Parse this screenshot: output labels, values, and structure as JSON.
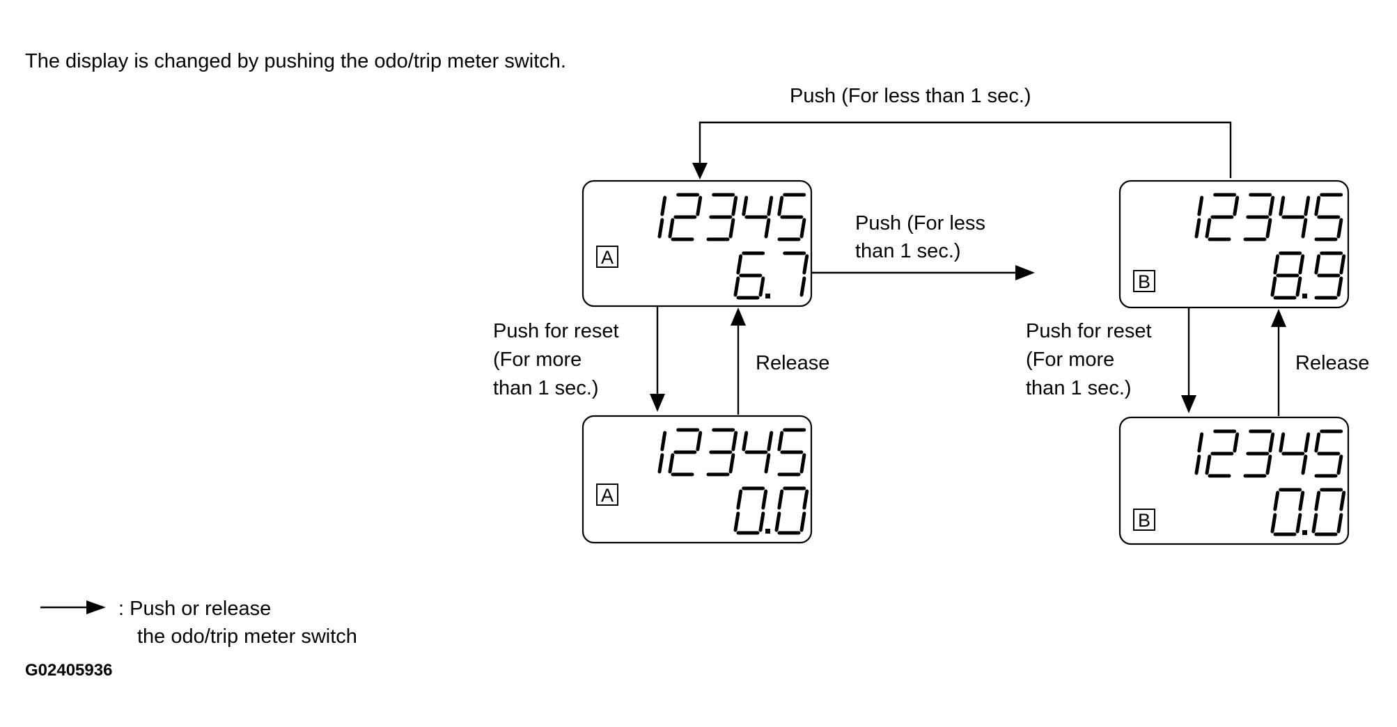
{
  "intro": "The display is changed by pushing the odo/trip meter switch.",
  "labels": {
    "top_push": "Push (For less than 1 sec.)",
    "mid_push_line1": "Push (For less",
    "mid_push_line2": "than 1 sec.)",
    "reset_line1": "Push for reset",
    "reset_line2": "(For more",
    "reset_line3": "than 1 sec.)",
    "release": "Release"
  },
  "displays": [
    {
      "odo": "12345",
      "trip": "6.7",
      "trip_mode": "A"
    },
    {
      "odo": "12345",
      "trip": "0.0",
      "trip_mode": "A"
    },
    {
      "odo": "12345",
      "trip": "8.9",
      "trip_mode": "B"
    },
    {
      "odo": "12345",
      "trip": "0.0",
      "trip_mode": "B"
    }
  ],
  "legend": {
    "line1": ": Push or release",
    "line2": "the odo/trip meter switch"
  },
  "figure_id": "G02405936"
}
